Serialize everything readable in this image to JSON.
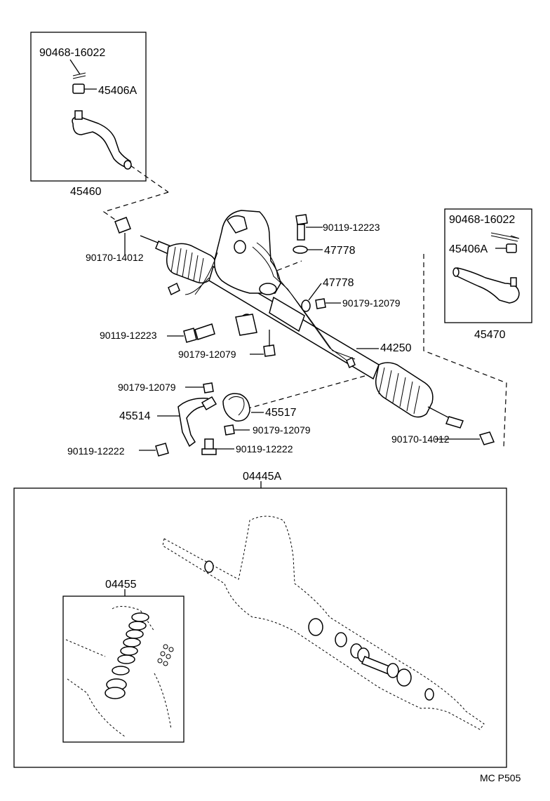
{
  "labels": {
    "p90468_left": "90468-16022",
    "p45406a_left": "45406A",
    "p45460": "45460",
    "p90119_12223_top": "90119-12223",
    "p47778_a": "47778",
    "p47778_b": "47778",
    "p90179_12079_right": "90179-12079",
    "p90170_14012_left": "90170-14012",
    "p90119_12223_left": "90119-12223",
    "p90179_12079_mid": "90179-12079",
    "p44250": "44250",
    "p90468_right": "90468-16022",
    "p45406a_right": "45406A",
    "p45470": "45470",
    "p90179_12079_low": "90179-12079",
    "p45514": "45514",
    "p45517": "45517",
    "p90179_12079_bottom": "90179-12079",
    "p90119_12222_left": "90119-12222",
    "p90119_12222_right": "90119-12222",
    "p90170_14012_right": "90170-14012",
    "p04445a": "04445A",
    "p04455": "04455",
    "code": "MC P505"
  }
}
